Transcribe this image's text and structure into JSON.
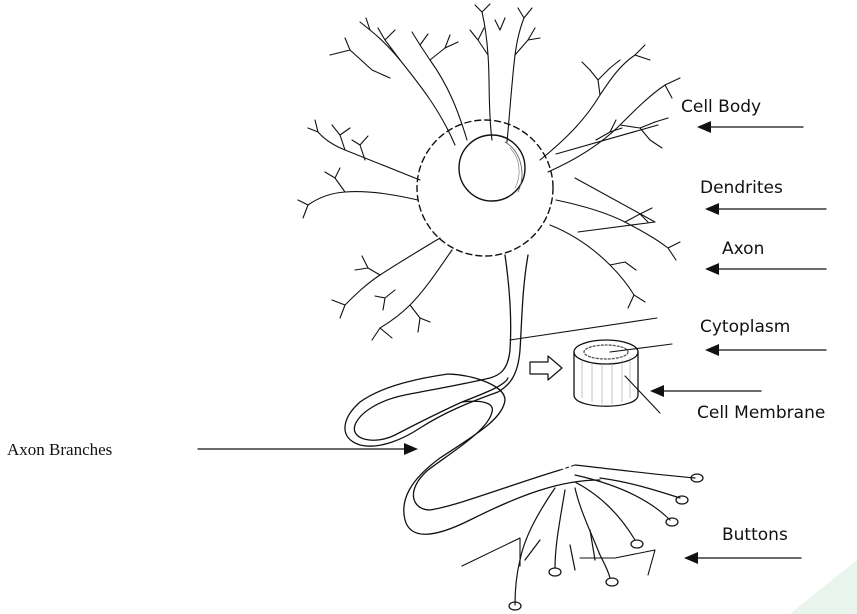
{
  "labels": {
    "cell_body": "Cell Body",
    "dendrites": "Dendrites",
    "axon": "Axon",
    "cytoplasm": "Cytoplasm",
    "cell_membrane": "Cell Membrane",
    "axon_branches": "Axon Branches",
    "buttons": "Buttons"
  },
  "colors": {
    "ink": "#111111",
    "light_ink": "#555555",
    "accent_green": "#e9f4ec"
  }
}
